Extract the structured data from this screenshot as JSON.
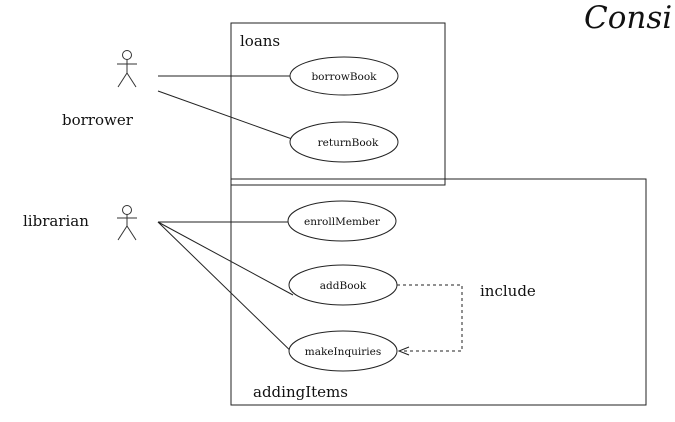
{
  "heading": "Consi",
  "systems": {
    "loans": {
      "label": "loans"
    },
    "adding_items": {
      "label": "addingItems"
    }
  },
  "actors": {
    "borrower": {
      "label": "borrower"
    },
    "librarian": {
      "label": "librarian"
    }
  },
  "use_cases": {
    "borrow_book": {
      "label": "borrowBook"
    },
    "return_book": {
      "label": "returnBook"
    },
    "enroll_member": {
      "label": "enrollMember"
    },
    "add_book": {
      "label": "addBook"
    },
    "make_inquiries": {
      "label": "makeInquiries"
    }
  },
  "relations": {
    "include": {
      "label": "include"
    }
  }
}
